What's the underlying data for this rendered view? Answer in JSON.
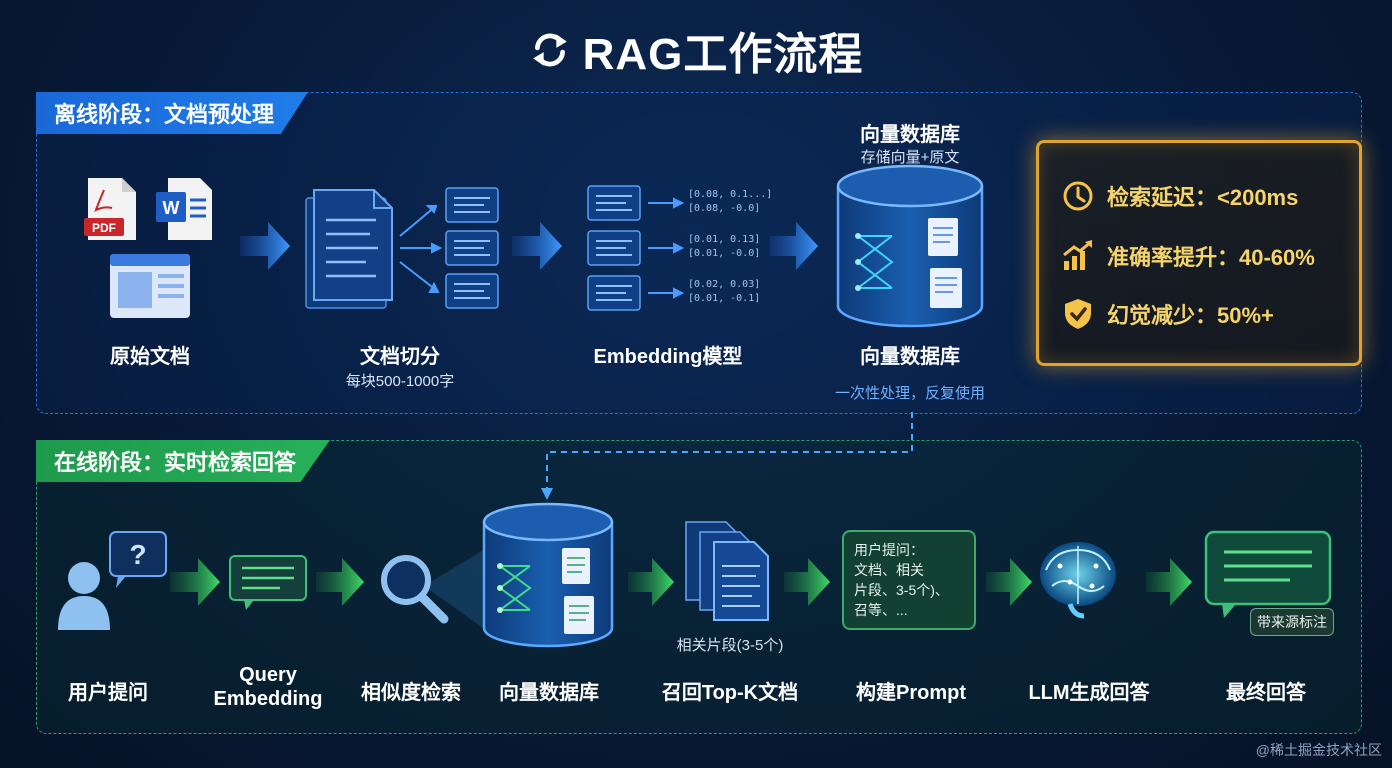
{
  "title": "RAG工作流程",
  "offline": {
    "tag": "离线阶段：文档预处理",
    "steps": {
      "raw_docs": "原始文档",
      "chunking": "文档切分",
      "chunking_sub": "每块500-1000字",
      "embedding": "Embedding模型",
      "vector_db": "向量数据库",
      "vector_db_top": "向量数据库",
      "vector_db_top_sub": "存储向量+原文",
      "once_note": "一次性处理，反复使用"
    },
    "file_labels": {
      "pdf": "PDF",
      "word": "W"
    },
    "vectors": [
      "[0.08, 0.1...]",
      "[0.08, -0.0]",
      "[0.01, 0.13]",
      "[0.01, -0.0]",
      "[0.02, 0.03]",
      "[0.01, -0.1]"
    ]
  },
  "metrics": [
    {
      "icon": "clock-icon",
      "text": "检索延迟：<200ms"
    },
    {
      "icon": "growth-chart-icon",
      "text": "准确率提升：40-60%"
    },
    {
      "icon": "shield-check-icon",
      "text": "幻觉减少：50%+"
    }
  ],
  "online": {
    "tag": "在线阶段：实时检索回答",
    "steps": {
      "user_question": "用户提问",
      "query_embedding_1": "Query",
      "query_embedding_2": "Embedding",
      "similarity_search": "相似度检索",
      "vector_db": "向量数据库",
      "recall": "召回Top-K文档",
      "recall_sub": "相关片段(3-5个)",
      "build_prompt": "构建Prompt",
      "llm": "LLM生成回答",
      "final_answer": "最终回答"
    },
    "prompt_box": [
      "用户提问：",
      "文档、相关",
      "片段、3-5个)、",
      "召等、..."
    ],
    "answer_chip": "带来源标注",
    "question_mark": "?"
  },
  "watermark": "@稀土掘金技术社区",
  "colors": {
    "blue_accent": "#2a8cff",
    "green_accent": "#2fbf5a",
    "gold": "#e0a42c"
  }
}
